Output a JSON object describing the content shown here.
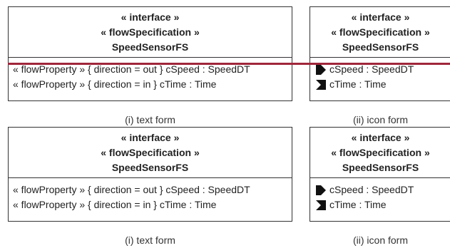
{
  "panels": [
    {
      "stereo1": "« interface »",
      "stereo2": "« flowSpecification »",
      "name": "SpeedSensorFS",
      "prop1": "« flowProperty » { direction = out } cSpeed : SpeedDT",
      "prop2": "« flowProperty » { direction = in } cTime : Time",
      "caption": "(i) text form"
    },
    {
      "stereo1": "« interface »",
      "stereo2": "« flowSpecification »",
      "name": "SpeedSensorFS",
      "prop1": "cSpeed : SpeedDT",
      "prop2": "cTime : Time",
      "caption": "(ii) icon form"
    },
    {
      "stereo1": "« interface »",
      "stereo2": "« flowSpecification »",
      "name": "SpeedSensorFS",
      "prop1": "« flowProperty » { direction = out } cSpeed : SpeedDT",
      "prop2": "« flowProperty » { direction = in } cTime : Time",
      "caption": "(i) text form"
    },
    {
      "stereo1": "« interface »",
      "stereo2": "« flowSpecification »",
      "name": "SpeedSensorFS",
      "prop1": "cSpeed : SpeedDT",
      "prop2": "cTime : Time",
      "caption": "(ii) icon form"
    }
  ],
  "colors": {
    "border": "#333333",
    "overlay_line": "#a0263a"
  },
  "icons": {
    "out": "flow-out-icon",
    "in": "flow-in-icon"
  }
}
